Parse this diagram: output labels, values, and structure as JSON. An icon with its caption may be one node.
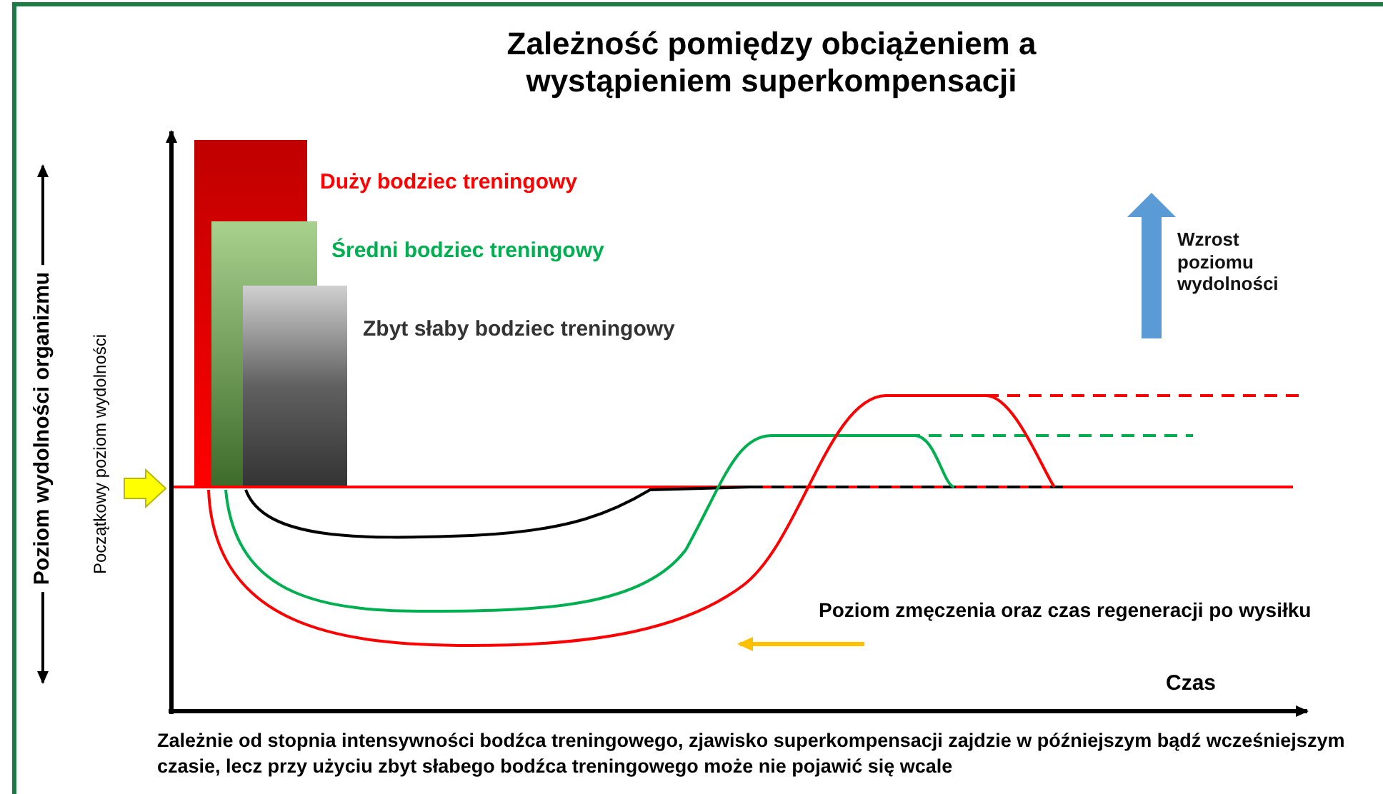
{
  "diagram": {
    "title": "Zależność pomiędzy obciążeniem a wystąpieniem superkompensacji",
    "caption": "Zależnie od stopnia intensywności bodźca treningowego, zjawisko superkompensacji zajdzie w późniejszym bądź wcześniejszym czasie, lecz przy użyciu zbyt słabego bodźca treningowego może nie pojawić się wcale",
    "labels": [
      "Duży bodziec treningowy",
      "Średni bodziec treningowy",
      "Wzrost poziomu wydolności",
      "Zbyt słaby bodziec treningowy",
      "Poziom wydolności organizmu",
      "Początkowy poziom wydolności",
      "Poziom zmęczenia oraz czas regeneracji po wysiłku",
      "Czas"
    ]
  }
}
